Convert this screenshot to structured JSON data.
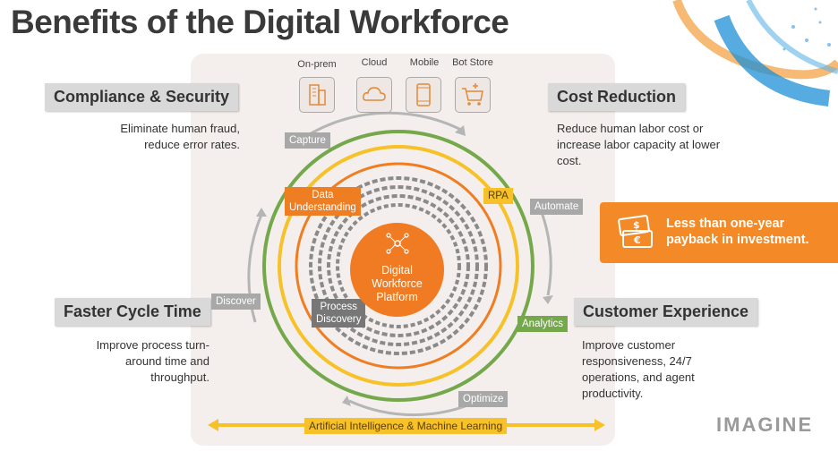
{
  "title": "Benefits of the Digital Workforce",
  "sources": [
    {
      "label": "On-prem",
      "icon": "building-icon"
    },
    {
      "label": "Cloud",
      "icon": "cloud-icon"
    },
    {
      "label": "Mobile",
      "icon": "mobile-icon"
    },
    {
      "label": "Bot Store",
      "icon": "cart-icon"
    }
  ],
  "benefits": {
    "compliance": {
      "heading": "Compliance & Security",
      "lines": [
        "Eliminate human fraud,",
        "reduce error rates."
      ]
    },
    "cost": {
      "heading": "Cost Reduction",
      "lines": [
        "Reduce human labor cost or",
        "increase labor capacity at lower",
        "cost."
      ]
    },
    "cycle": {
      "heading": "Faster Cycle Time",
      "lines": [
        "Improve process turn-",
        "around time and",
        "throughput."
      ]
    },
    "customer": {
      "heading": "Customer Experience",
      "lines": [
        "Improve customer",
        "responsiveness, 24/7",
        "operations, and agent",
        "productivity."
      ]
    }
  },
  "cycle_labels": {
    "capture": "Capture",
    "automate": "Automate",
    "discover": "Discover",
    "optimize": "Optimize"
  },
  "ring_labels": {
    "data_understanding": [
      "Data",
      "Understanding"
    ],
    "rpa": "RPA",
    "process_discovery": [
      "Process",
      "Discovery"
    ],
    "analytics": "Analytics"
  },
  "center": [
    "Digital",
    "Workforce",
    "Platform"
  ],
  "bottom_bar": "Artificial Intelligence & Machine Learning",
  "promo": "Less than one-year payback in investment.",
  "logo": "IMAGINE",
  "colors": {
    "orange": "#ef7d22",
    "yellow": "#f7c12a",
    "green": "#74a84a",
    "gray": "#a8a8a8"
  }
}
